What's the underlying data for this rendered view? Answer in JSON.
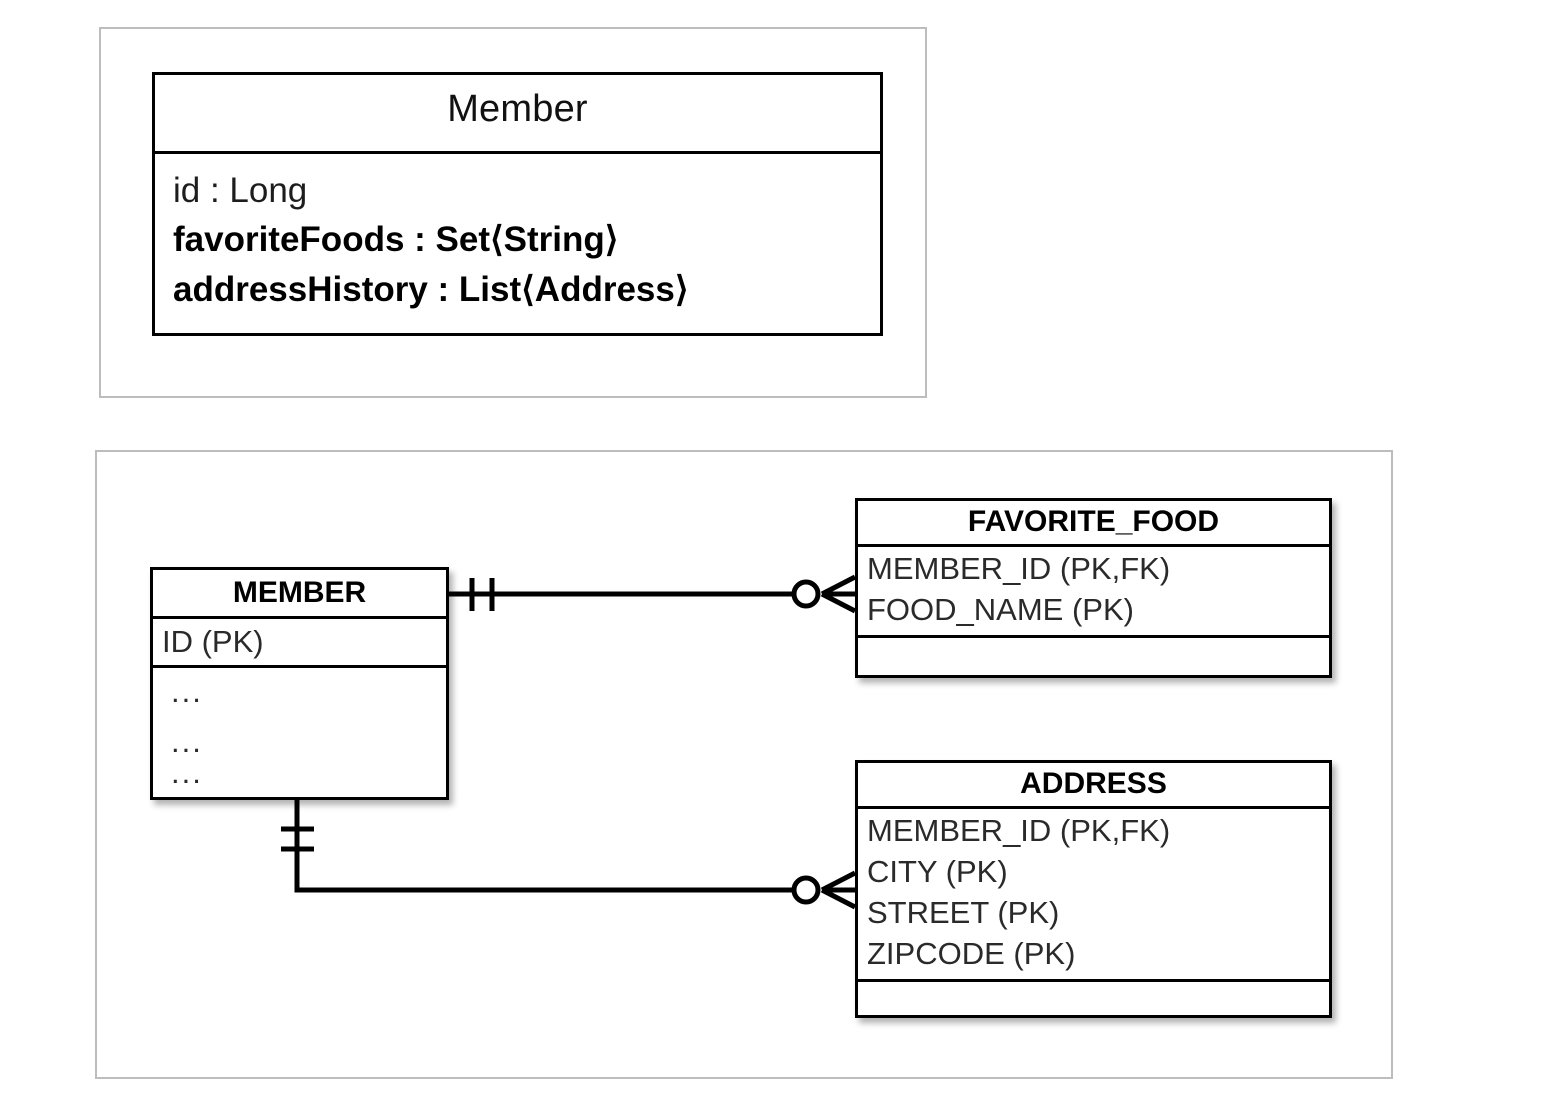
{
  "diagram": {
    "title_semantic": "jpa-collection-mapping-erd",
    "uml_panel": {
      "class_box": {
        "name": "Member",
        "attributes": [
          {
            "text": "id : Long",
            "style": "regular"
          },
          {
            "text": "favoriteFoods : Set⟨String⟩",
            "style": "bold"
          },
          {
            "text": "addressHistory : List⟨Address⟩",
            "style": "bold"
          }
        ]
      }
    },
    "erd_panel": {
      "entities": [
        {
          "id": "member",
          "name": "MEMBER",
          "key_columns": [
            "ID (PK)"
          ],
          "other_columns": [
            "...",
            "...",
            "..."
          ]
        },
        {
          "id": "favorite_food",
          "name": "FAVORITE_FOOD",
          "columns": [
            "MEMBER_ID (PK,FK)",
            "FOOD_NAME (PK)"
          ],
          "footer_columns": []
        },
        {
          "id": "address",
          "name": "ADDRESS",
          "columns": [
            "MEMBER_ID (PK,FK)",
            "CITY (PK)",
            "STREET (PK)",
            "ZIPCODE (PK)"
          ],
          "footer_columns": []
        }
      ],
      "relationships": [
        {
          "id": "member-favorite-food",
          "from": "MEMBER",
          "to": "FAVORITE_FOOD",
          "from_cardinality": "one-and-only-one",
          "to_cardinality": "zero-or-many"
        },
        {
          "id": "member-address",
          "from": "MEMBER",
          "to": "ADDRESS",
          "from_cardinality": "one-and-only-one",
          "to_cardinality": "zero-or-many"
        }
      ]
    },
    "colors": {
      "stroke": "#000000",
      "panel_border": "#bdbdbd",
      "background": "#ffffff",
      "muted_text": "#2a2a2a"
    }
  }
}
